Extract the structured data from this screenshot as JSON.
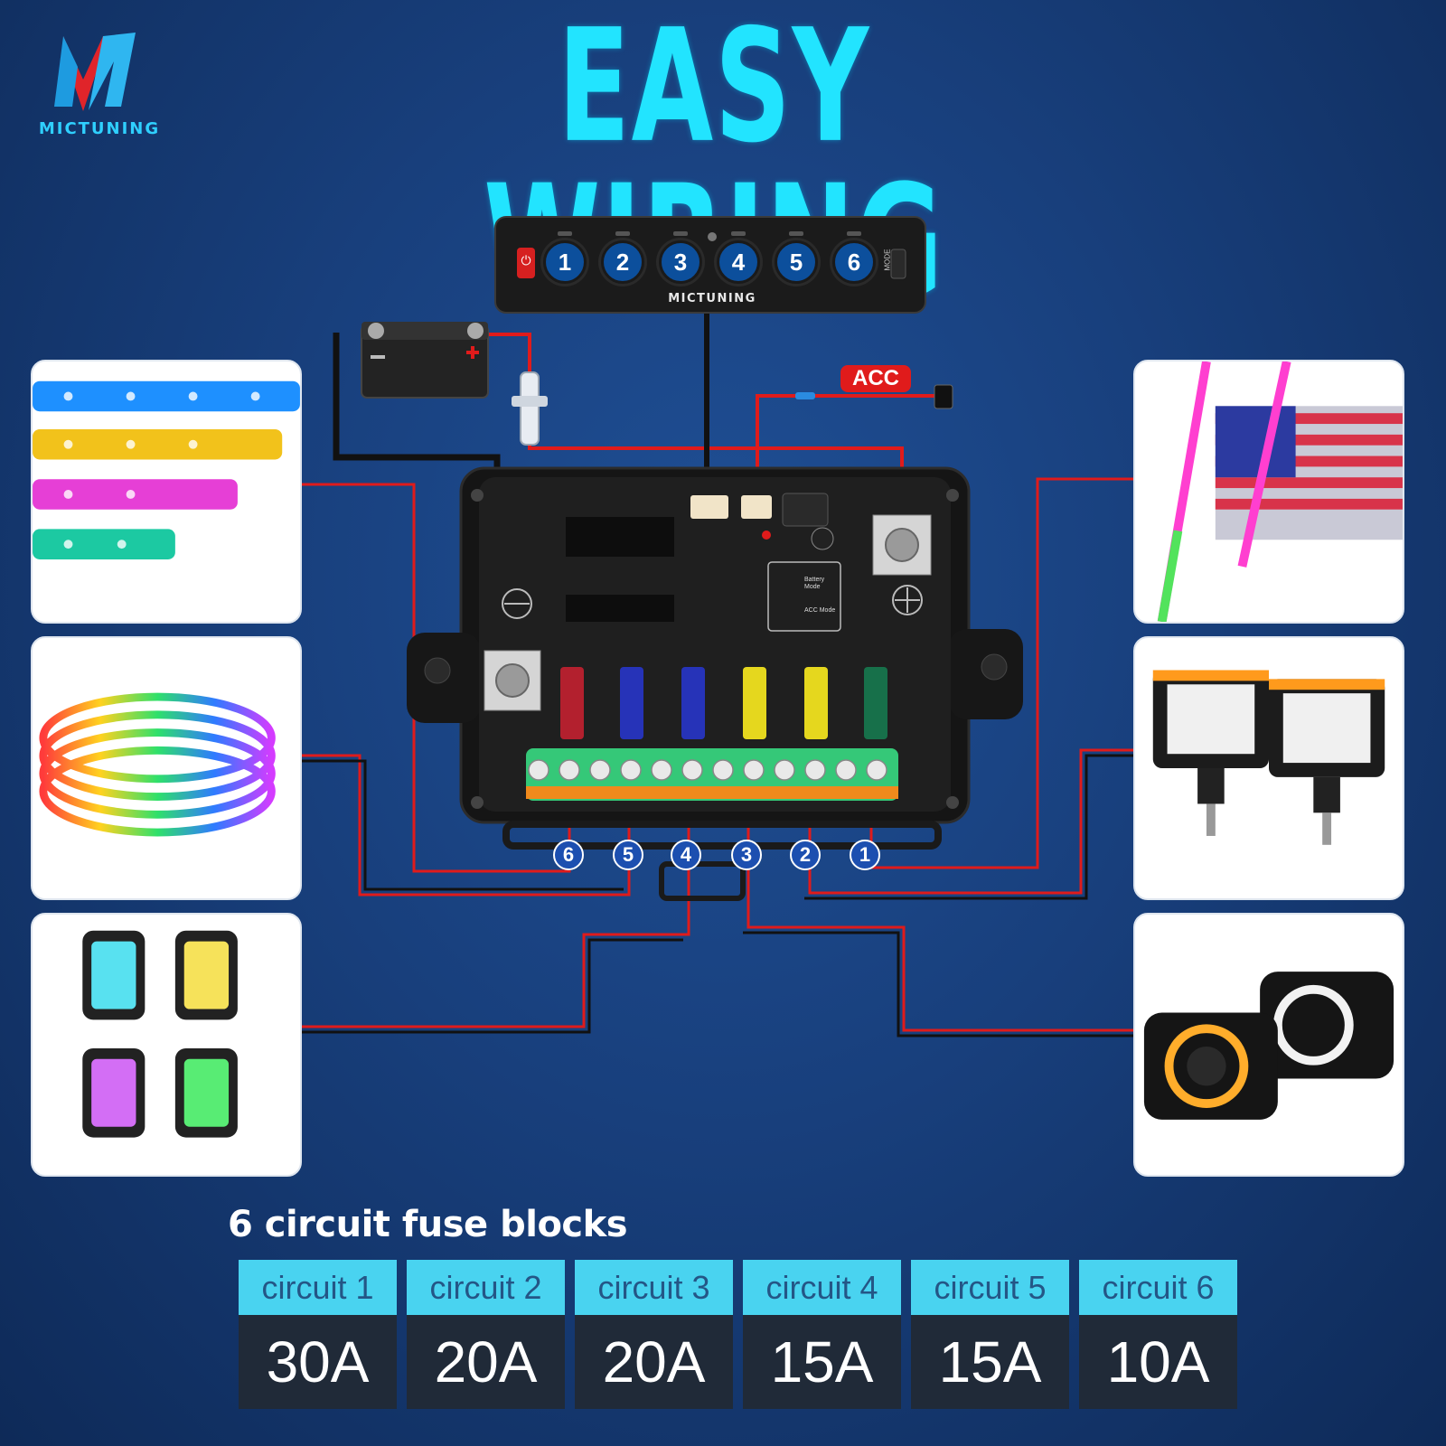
{
  "brand": {
    "name": "MICTUNING"
  },
  "title": "EASY WIRING",
  "switch_panel": {
    "buttons": [
      "1",
      "2",
      "3",
      "4",
      "5",
      "6"
    ],
    "mode_label": "MODE",
    "brand_label": "MICTUNING"
  },
  "acc_label": "ACC",
  "fuse_box": {
    "battery_mode_label": "Battery Mode",
    "acc_mode_label": "ACC Mode",
    "circuit_numbers": [
      "6",
      "5",
      "4",
      "3",
      "2",
      "1"
    ]
  },
  "colors": {
    "background": "#183f7c",
    "title": "#22e4ff",
    "wire_red": "#e01b1b",
    "wire_black": "#111111",
    "table_head": "#49d3f0",
    "table_value": "#202a38"
  },
  "accessories_left": [
    "rgb-light-bars",
    "rgb-wheel-rings",
    "rgb-rock-lights"
  ],
  "accessories_right": [
    "led-whip-lights-with-flags",
    "led-pod-lights",
    "led-headlights"
  ],
  "fuse_table": {
    "subtitle": "6 circuit fuse blocks",
    "columns": [
      {
        "label": "circuit  1",
        "rating": "30A"
      },
      {
        "label": "circuit  2",
        "rating": "20A"
      },
      {
        "label": "circuit  3",
        "rating": "20A"
      },
      {
        "label": "circuit  4",
        "rating": "15A"
      },
      {
        "label": "circuit  5",
        "rating": "15A"
      },
      {
        "label": "circuit  6",
        "rating": "10A"
      }
    ]
  }
}
